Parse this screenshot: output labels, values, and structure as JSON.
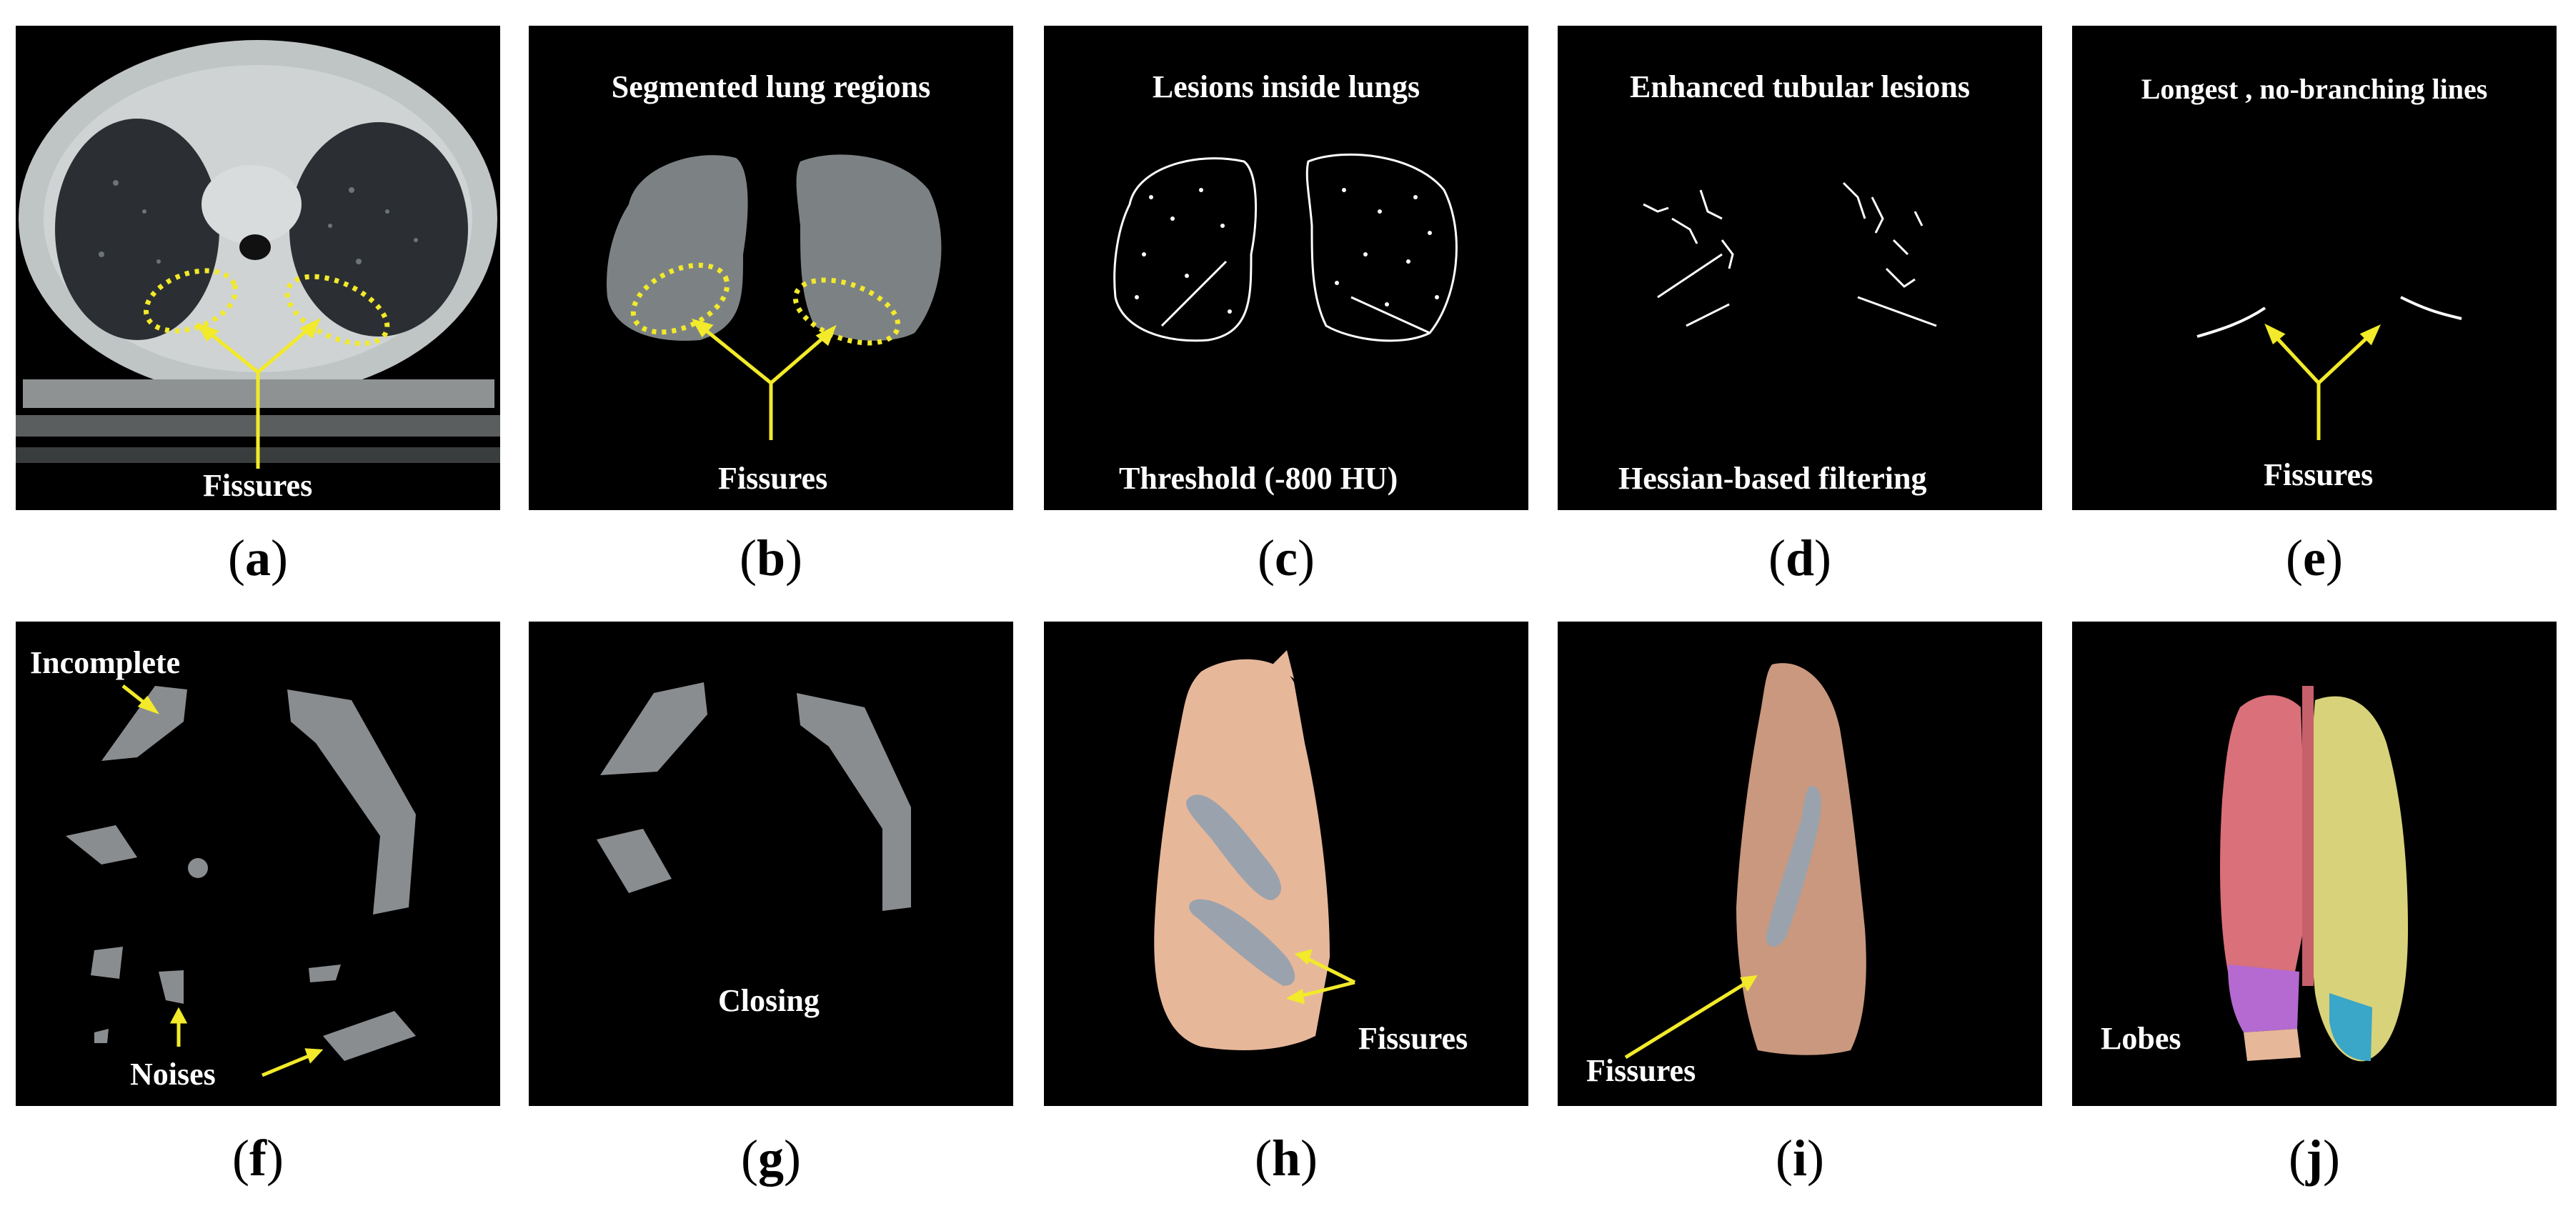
{
  "panels": {
    "a": {
      "caption_letter": "a",
      "label": "Fissures"
    },
    "b": {
      "caption_letter": "b",
      "title": "Segmented lung regions",
      "label": "Fissures"
    },
    "c": {
      "caption_letter": "c",
      "title": "Lesions inside lungs",
      "label": "Threshold (-800 HU)"
    },
    "d": {
      "caption_letter": "d",
      "title": "Enhanced tubular lesions",
      "label": "Hessian-based filtering"
    },
    "e": {
      "caption_letter": "e",
      "title": "Longest , no-branching lines",
      "label": "Fissures"
    },
    "f": {
      "caption_letter": "f",
      "label_top": "Incomplete",
      "label_bottom": "Noises"
    },
    "g": {
      "caption_letter": "g",
      "label": "Closing"
    },
    "h": {
      "caption_letter": "h",
      "label": "Fissures"
    },
    "i": {
      "caption_letter": "i",
      "label": "Fissures"
    },
    "j": {
      "caption_letter": "j",
      "label": "Lobes"
    }
  },
  "colors": {
    "annotation": "#f2ea2a",
    "fissure_gray": "#9aa3ad",
    "lung_skin": "#e7b79a",
    "lobe_red": "#d9707a",
    "lobe_yellow": "#d8d27a",
    "lobe_purple": "#b46ad0",
    "lobe_blue": "#3aa6c8"
  }
}
